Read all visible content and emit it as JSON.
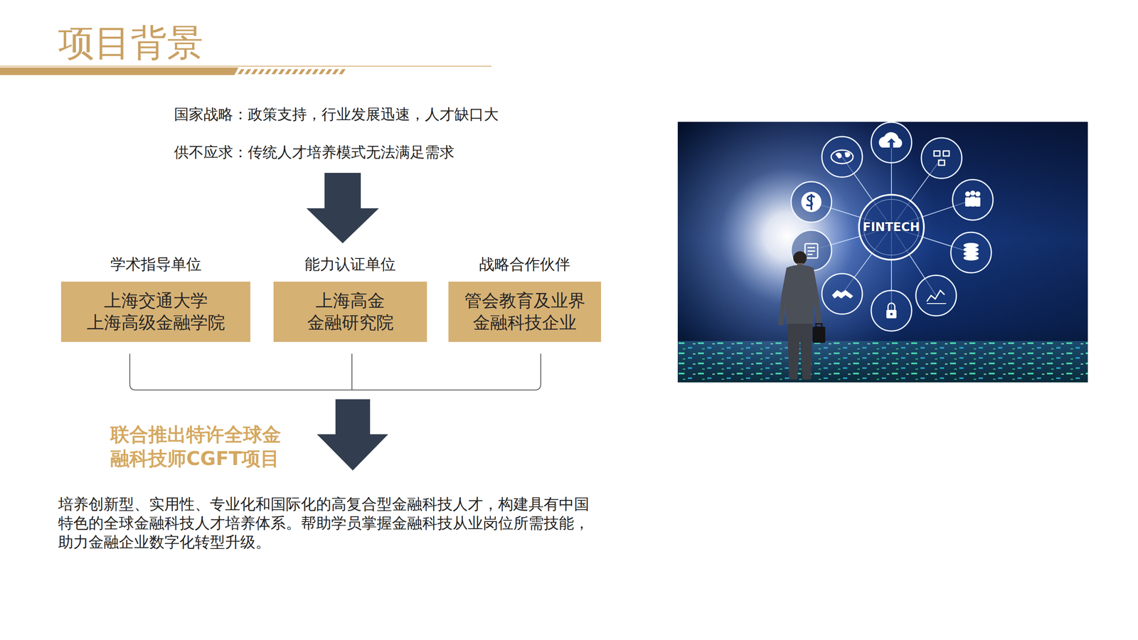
{
  "diagram": {
    "title": "项目背景",
    "nodes": [
      {
        "text": [
          "学术指导单位",
          "上海交通大学 上海高级金融学院"
        ]
      },
      {
        "text": [
          "能力认证单位",
          "上海高金 金融研究院"
        ]
      },
      {
        "text": [
          "战略合作伙伴",
          "管会教育及业界 金融科技企业"
        ]
      }
    ],
    "edges": [],
    "labels": [
      "国家战略：政策支持，行业发展迅速，人才缺口大",
      "供不应求：传统人才培养模式无法满足需求",
      "联合推出特许全球金 融科技师CGFT项目",
      "培养创新型、实用性、专业化和国际化的高复合型金融科技人才，构建具有中国 特色的全球金融科技人才培养体系。帮助学员掌握金融科技从业岗位所需技能， 助力金融企业数字化转型升级。",
      "FINTECH"
    ]
  }
}
